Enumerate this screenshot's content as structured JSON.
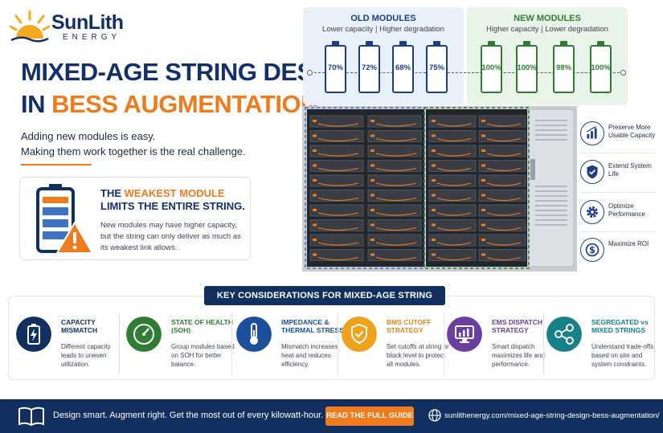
{
  "brand": {
    "name": "SunLith",
    "sub": "ENERGY"
  },
  "title": {
    "line1": "MIXED-AGE STRING DESIGN",
    "line2_prefix": "IN ",
    "line2_highlight": "BESS AUGMENTATION"
  },
  "intro": {
    "line1": "Adding new modules is easy.",
    "line2": "Making them work together is the real challenge."
  },
  "weakest": {
    "title_prefix": "THE ",
    "title_highlight": "WEAKEST MODULE",
    "title_line2": "LIMITS THE ENTIRE STRING.",
    "text": "New modules may have higher capacity, but the string can only deliver as much as its weakest link allows."
  },
  "modules": {
    "old": {
      "heading": "OLD MODULES",
      "subheading": "Lower capacity | Higher degradation",
      "values": [
        "70%",
        "72%",
        "68%",
        "75%"
      ]
    },
    "new": {
      "heading": "NEW MODULES",
      "subheading": "Higher capacity | Lower degradation",
      "values": [
        "100%",
        "100%",
        "98%",
        "100%"
      ]
    }
  },
  "benefits": [
    {
      "label": "Preserve More Usable Capacity",
      "icon": "bar-chart-icon"
    },
    {
      "label": "Extend System Life",
      "icon": "shield-check-icon"
    },
    {
      "label": "Optimize Performance",
      "icon": "gear-icon"
    },
    {
      "label": "Maximize ROI",
      "icon": "dollar-icon"
    }
  ],
  "key_considerations": {
    "title": "KEY CONSIDERATIONS FOR MIXED-AGE STRING DESIGN",
    "items": [
      {
        "head_a": "CAPACITY",
        "head_b": "MISMATCH",
        "body": "Different capacity leads to uneven utilization.",
        "color": "#12305f",
        "head_color": "#12305f"
      },
      {
        "head_a": "STATE OF HEALTH",
        "head_b": "(SOH)",
        "body": "Group modules based on SOH for better balance.",
        "color": "#2e7d32",
        "head_color": "#2e7d32"
      },
      {
        "head_a": "IMPEDANCE &",
        "head_b": "THERMAL STRESS",
        "body": "Mismatch increases heat and reduces efficiency.",
        "color": "#1c4f9c",
        "head_color": "#1c4f9c"
      },
      {
        "head_a": "BMS CUTOFF",
        "head_b": "STRATEGY",
        "body": "Set cutoffs at string or block level to protect all modules.",
        "color": "#f0a21d",
        "head_color": "#e0871a"
      },
      {
        "head_a": "EMS DISPATCH",
        "head_b": "STRATEGY",
        "body": "Smart dispatch maximizes life and performance.",
        "color": "#6a3fa0",
        "head_color": "#6a3fa0"
      },
      {
        "head_a": "SEGREGATED vs",
        "head_b": "MIXED STRINGS",
        "body": "Understand trade-offs based on site and system constraints.",
        "color": "#17808a",
        "head_color": "#17808a"
      }
    ]
  },
  "footer": {
    "tagline": "Design smart.  Augment right.  Get the most out of every kilowatt-hour.",
    "button": "READ THE FULL GUIDE",
    "url": "sunlithenergy.com/mixed-age-string-design-bess-augmentation/"
  }
}
